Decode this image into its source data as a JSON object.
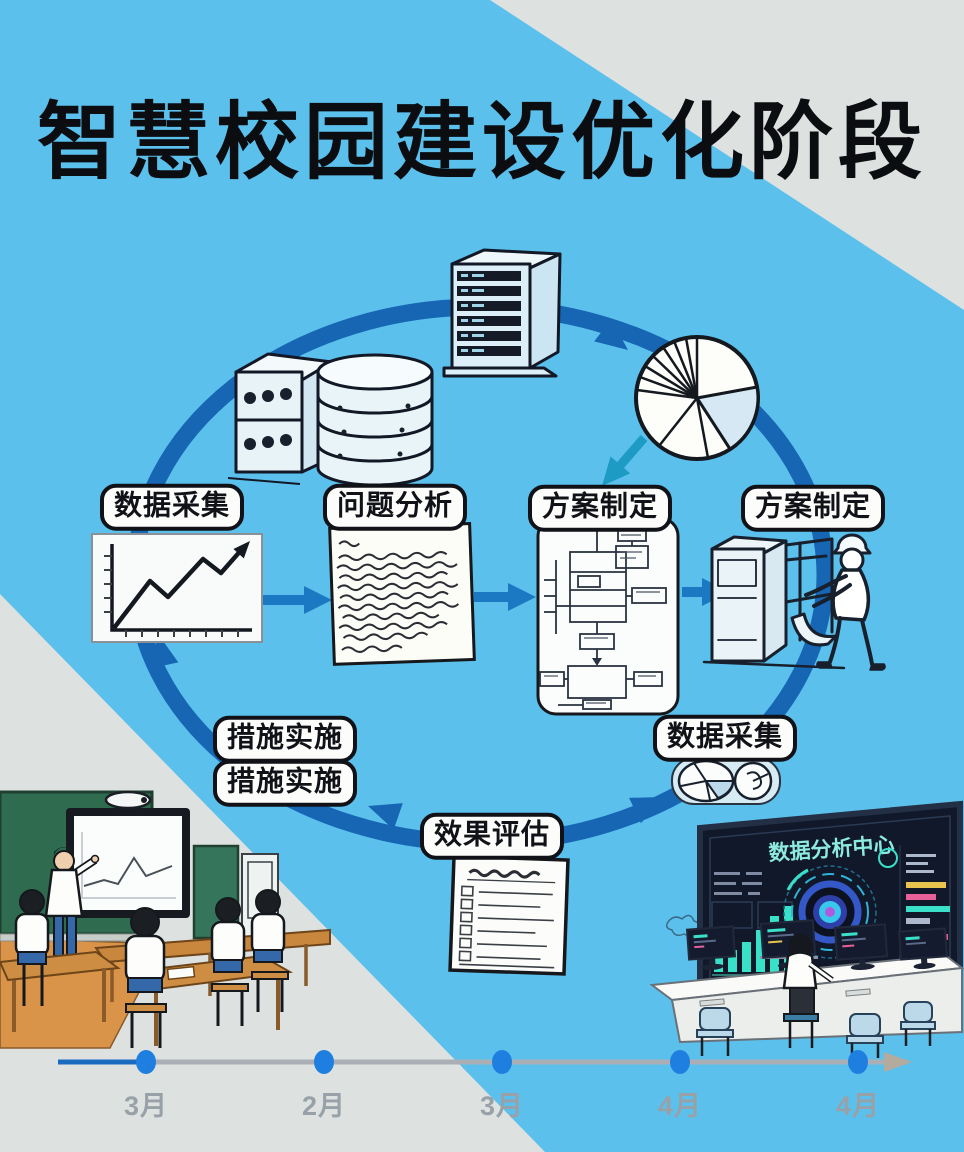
{
  "title": "智慧校园建设优化阶段",
  "cycle": {
    "stages": [
      {
        "id": "data-collection-left",
        "label": "数据采集"
      },
      {
        "id": "problem-analysis",
        "label": "问题分析"
      },
      {
        "id": "plan-formulation-center",
        "label": "方案制定"
      },
      {
        "id": "plan-formulation-right",
        "label": "方案制定"
      },
      {
        "id": "measures-implementation-top",
        "label": "措施实施"
      },
      {
        "id": "measures-implementation-bottom",
        "label": "措施实施"
      },
      {
        "id": "data-collection-bottom",
        "label": "数据采集"
      },
      {
        "id": "effect-evaluation",
        "label": "效果评估"
      }
    ]
  },
  "control_room": {
    "screen_title": "数据分析中心"
  },
  "timeline": {
    "months": [
      "3月",
      "2月",
      "3月",
      "4月",
      "4月"
    ]
  },
  "illustrations": [
    "database-icon",
    "server-rack-icon",
    "pie-chart-icon",
    "line-chart-icon",
    "handwritten-notes-icon",
    "flowchart-icon",
    "worker-machine-icon",
    "mini-pie-icons",
    "checklist-icon",
    "classroom-illustration",
    "control-room-illustration"
  ],
  "colors": {
    "background_blue": "#5bc0ec",
    "background_gray": "#dde2e1",
    "cycle_arc": "#1766b4",
    "arrow_blue": "#1b78c2",
    "arrow_teal": "#1d9bc4",
    "timeline_dot": "#1f7fe0",
    "timeline_line": "#a9afb4",
    "label_text": "#101217"
  }
}
